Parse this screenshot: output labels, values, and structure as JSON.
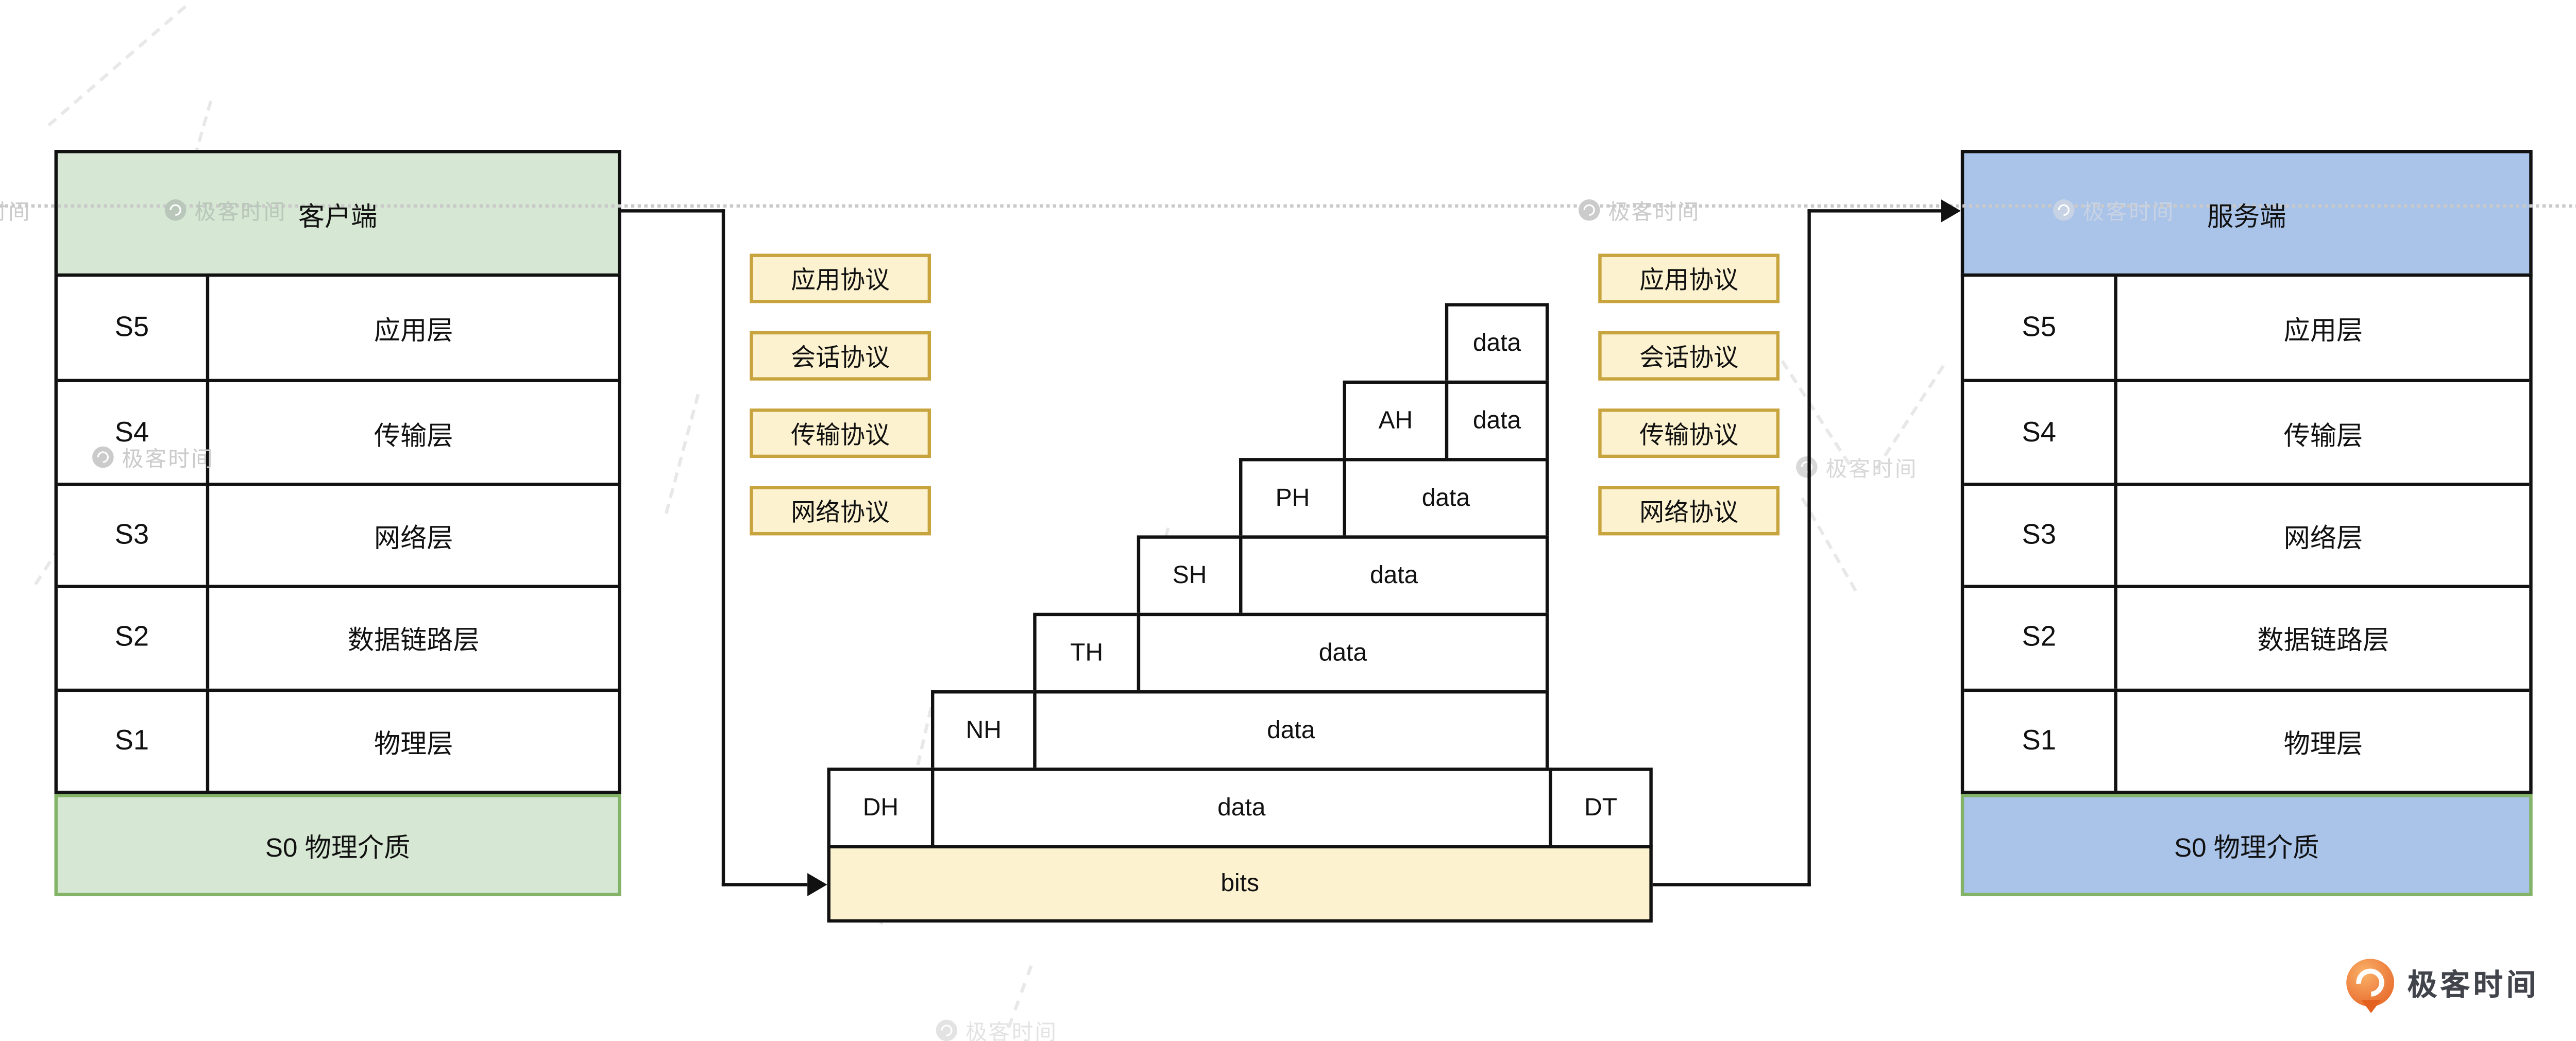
{
  "client": {
    "title": "客户端",
    "rows": [
      {
        "code": "S5",
        "label": "应用层"
      },
      {
        "code": "S4",
        "label": "传输层"
      },
      {
        "code": "S3",
        "label": "网络层"
      },
      {
        "code": "S2",
        "label": "数据链路层"
      },
      {
        "code": "S1",
        "label": "物理层"
      }
    ],
    "footer": "S0 物理介质"
  },
  "server": {
    "title": "服务端",
    "rows": [
      {
        "code": "S5",
        "label": "应用层"
      },
      {
        "code": "S4",
        "label": "传输层"
      },
      {
        "code": "S3",
        "label": "网络层"
      },
      {
        "code": "S2",
        "label": "数据链路层"
      },
      {
        "code": "S1",
        "label": "物理层"
      }
    ],
    "footer": "S0 物理介质"
  },
  "protocols": [
    "应用协议",
    "会话协议",
    "传输协议",
    "网络协议"
  ],
  "stack": {
    "levels": [
      {
        "data": "data"
      },
      {
        "header": "AH",
        "data": "data"
      },
      {
        "header": "PH",
        "data": "data"
      },
      {
        "header": "SH",
        "data": "data"
      },
      {
        "header": "TH",
        "data": "data"
      },
      {
        "header": "NH",
        "data": "data"
      },
      {
        "header": "DH",
        "data": "data",
        "trailer": "DT"
      }
    ],
    "bits": "bits"
  },
  "watermark": {
    "text": "极客时间",
    "logo_icon": "geektime-circle-q"
  },
  "brand": {
    "name": "极客时间",
    "logo_icon": "geektime-pin"
  },
  "colors": {
    "client_fill": "#D6E7D3",
    "client_footer_stroke": "#82B366",
    "server_fill": "#A9C3E9",
    "server_footer_stroke": "#82B366",
    "protocol_fill": "#FCF2CF",
    "protocol_stroke": "#C8A43E",
    "bits_fill": "#FCF2CF",
    "line": "#111111",
    "watermark_gray": "#CBCBCB"
  }
}
